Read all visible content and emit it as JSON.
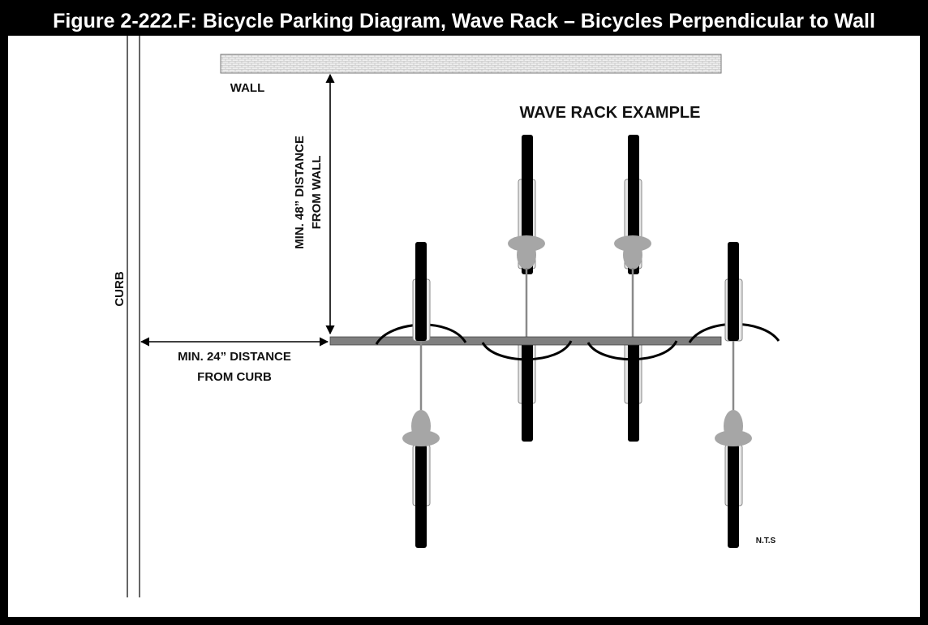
{
  "figure": {
    "title": "Figure 2-222.F: Bicycle Parking Diagram, Wave Rack – Bicycles Perpendicular to Wall"
  },
  "labels": {
    "wall": "WALL",
    "curb": "CURB",
    "rack_example": "WAVE RACK EXAMPLE",
    "wall_distance_line1": "MIN. 48” DISTANCE",
    "wall_distance_line2": "FROM WALL",
    "curb_distance_line1": "MIN. 24” DISTANCE",
    "curb_distance_line2": "FROM CURB",
    "scale_note": "N.T.S"
  },
  "colors": {
    "frame": "#000000",
    "wheel": "#000000",
    "bike_body": "#a6a6a6",
    "rack_bar": "#7f7f7f",
    "wall_fill": "#efefef"
  },
  "bicycles": [
    {
      "side": "front",
      "orientation": "saddle-down"
    },
    {
      "side": "back",
      "orientation": "saddle-up"
    },
    {
      "side": "back",
      "orientation": "saddle-up"
    },
    {
      "side": "front",
      "orientation": "saddle-down"
    }
  ]
}
